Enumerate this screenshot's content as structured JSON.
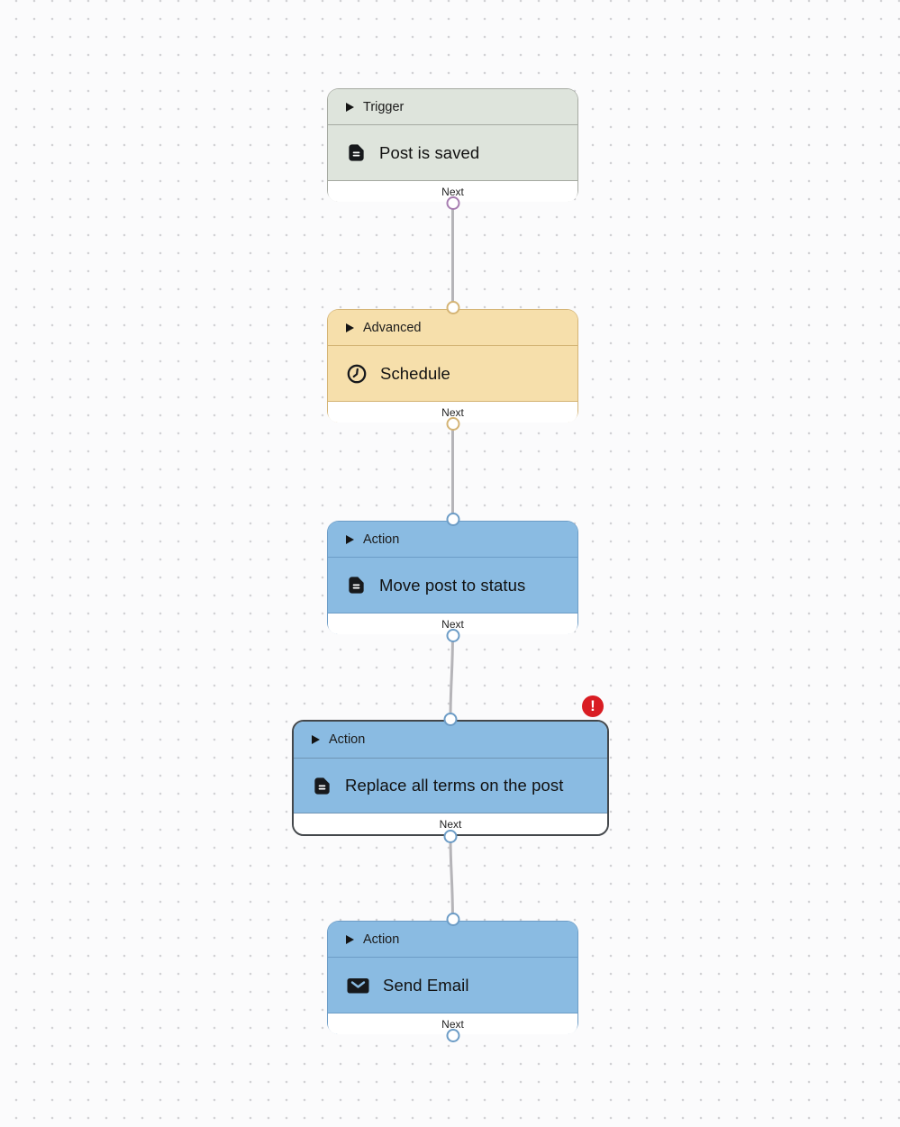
{
  "canvas": {
    "background": "#fbfbfc",
    "dot_color": "#d2d2d5",
    "connector_color": "#b5b4b8"
  },
  "error_badge": {
    "symbol": "!",
    "color": "#d91d23"
  },
  "nodes": [
    {
      "category": "Trigger",
      "title": "Post is saved",
      "footer_label": "Next",
      "icon": "document-icon",
      "bg": "#dee4dc",
      "border": "#a5a9a1",
      "divider": "#a5a9a1",
      "port": "#a77db1",
      "selected": false,
      "has_error": false
    },
    {
      "category": "Advanced",
      "title": "Schedule",
      "footer_label": "Next",
      "icon": "clock-icon",
      "bg": "#f6dfab",
      "border": "#d4b475",
      "divider": "#d4b475",
      "port": "#d4b475",
      "selected": false,
      "has_error": false
    },
    {
      "category": "Action",
      "title": "Move post to status",
      "footer_label": "Next",
      "icon": "document-icon",
      "bg": "#8abbe2",
      "border": "#6c9cc6",
      "divider": "#6c9cc6",
      "port": "#6c9cc6",
      "selected": false,
      "has_error": false
    },
    {
      "category": "Action",
      "title": "Replace all terms on the post",
      "footer_label": "Next",
      "icon": "document-icon",
      "bg": "#8abbe2",
      "border": "#43474b",
      "divider": "#6f94b5",
      "port": "#6c9cc6",
      "selected": true,
      "has_error": true
    },
    {
      "category": "Action",
      "title": "Send Email",
      "footer_label": "Next",
      "icon": "envelope-icon",
      "bg": "#8abbe2",
      "border": "#6c9cc6",
      "divider": "#6c9cc6",
      "port": "#6c9cc6",
      "selected": false,
      "has_error": false
    }
  ]
}
